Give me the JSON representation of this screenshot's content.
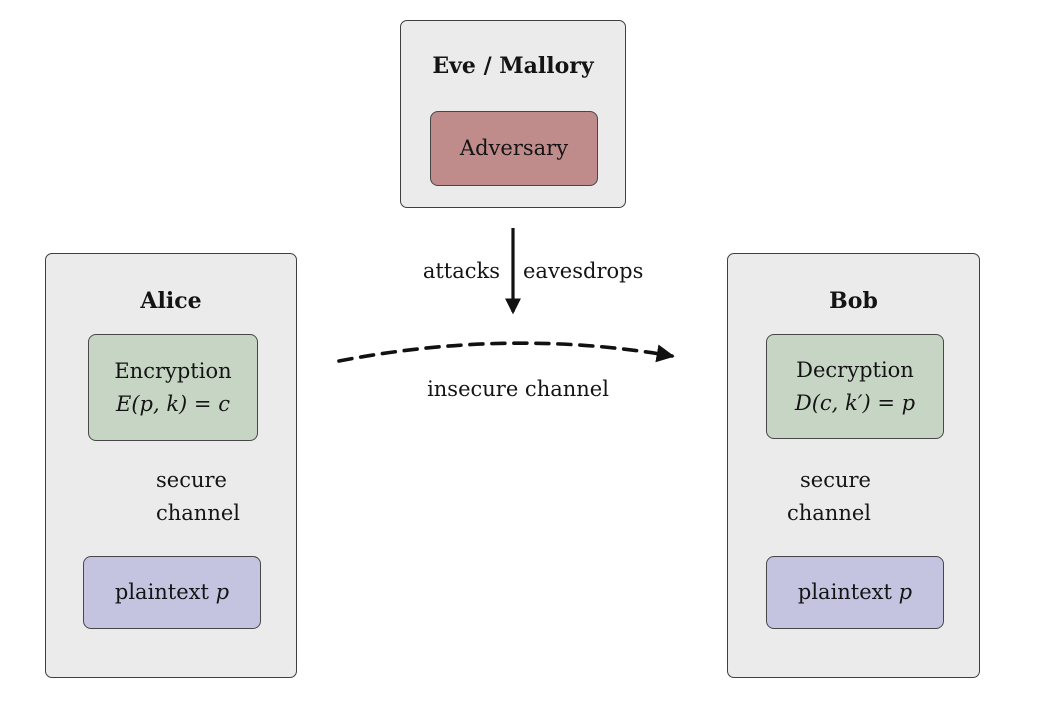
{
  "eve": {
    "title": "Eve / Mallory",
    "adversary": "Adversary"
  },
  "alice": {
    "title": "Alice",
    "process_name": "Encryption",
    "process_formula": "E(p, k) = c",
    "channel_line1": "secure",
    "channel_line2": "channel",
    "plaintext_word": "plaintext",
    "plaintext_var": "p"
  },
  "bob": {
    "title": "Bob",
    "process_name": "Decryption",
    "process_formula": "D(c, k′) = p",
    "channel_line1": "secure",
    "channel_line2": "channel",
    "plaintext_word": "plaintext",
    "plaintext_var": "p"
  },
  "middle": {
    "attacks": "attacks",
    "eavesdrops": "eavesdrops",
    "insecure_channel": "insecure channel"
  },
  "colors": {
    "group_fill": "#ebebeb",
    "group_border": "#3f3f3f",
    "adversary_fill": "#c08b8b",
    "process_fill": "#c7d6c4",
    "plaintext_fill": "#c4c4e0",
    "inner_border": "#474747",
    "arrow": "#111111"
  }
}
